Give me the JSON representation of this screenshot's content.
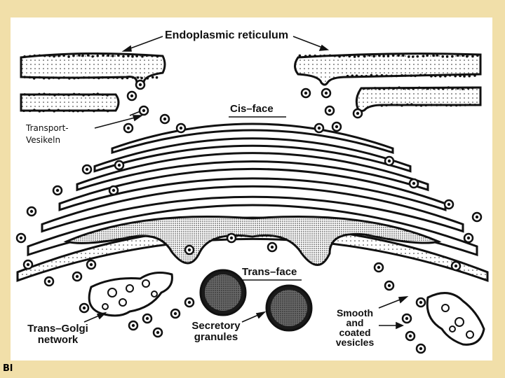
{
  "labels": {
    "endoplasmic_reticulum": "Endoplasmic reticulum",
    "cis_face": "Cis–face",
    "transport_vesicles": [
      "Transport-",
      "Vesikeln"
    ],
    "trans_face": "Trans–face",
    "trans_golgi_network": [
      "Trans–Golgi",
      "network"
    ],
    "secretory_granules": [
      "Secretory",
      "granules"
    ],
    "smooth_coated_vesicles": [
      "Smooth",
      "and",
      "coated",
      "vesicles"
    ]
  },
  "corner_mark": "Bl",
  "colors": {
    "frame": "#f1dfa9",
    "paper": "#ffffff",
    "ink": "#111111"
  }
}
